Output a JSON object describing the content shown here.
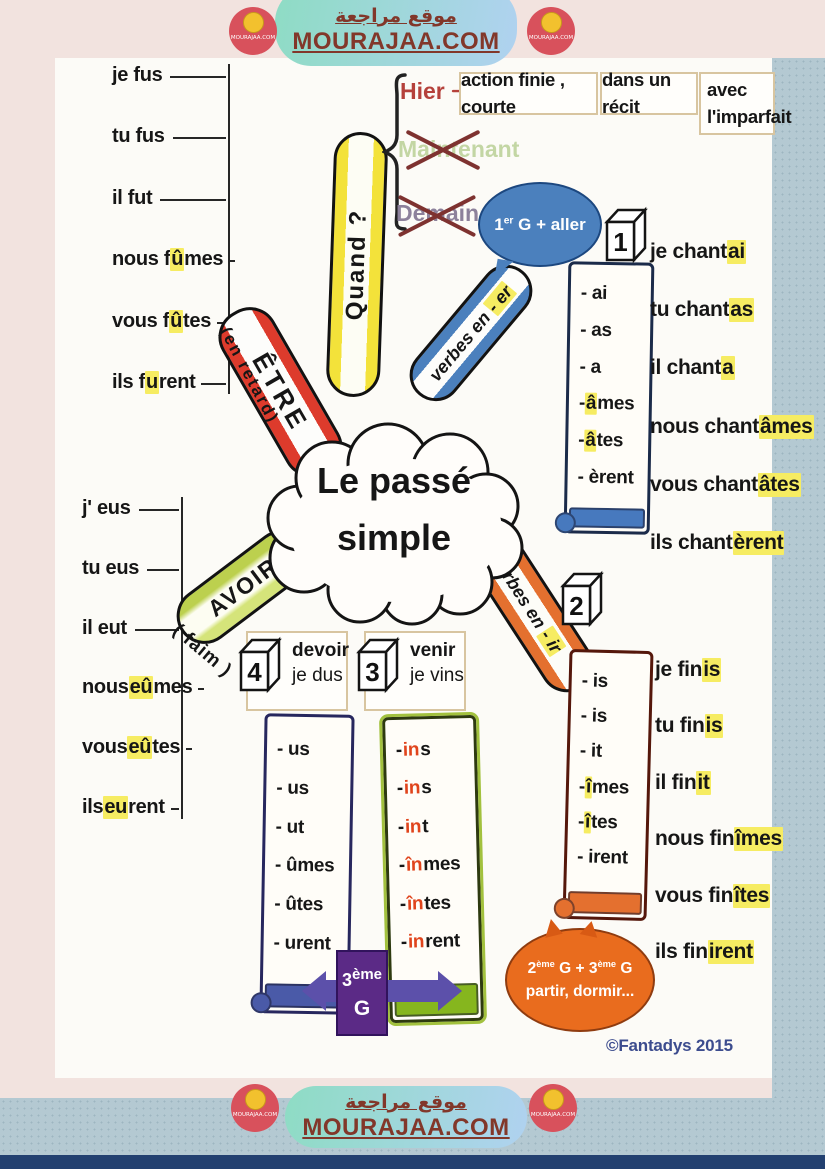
{
  "colors": {
    "pink": "#f2e3df",
    "bluegray": "#b4c9d2",
    "navy": "#224070",
    "highlight": "#f6ec62",
    "etre_red": "#dd3b2c",
    "quand_yellow": "#f3e23a",
    "er_blue": "#4b80bd",
    "ir_orange": "#e4702f",
    "avoir_green": "#bcd04e",
    "purple": "#5b2a86",
    "bubble_orange": "#e96c1e",
    "maroon": "#82372a"
  },
  "banner": {
    "title_ar": "موقع مراجعة",
    "title_en": "MOURAJAA.COM"
  },
  "center": {
    "line1": "Le passé",
    "line2": "simple"
  },
  "quand": {
    "label": "Quand ?"
  },
  "time": {
    "hier": "Hier",
    "arrow": "➜",
    "box1": "action finie , courte",
    "box2": "dans un récit",
    "box3": "avec\nl'imparfait",
    "now": "Maintenant",
    "tomorrow": "Demain"
  },
  "etre": {
    "label": "ÊTRE",
    "note": "(en retard)",
    "rows": [
      {
        "pre": "je fus",
        "hl": "",
        "post": ""
      },
      {
        "pre": "tu fus",
        "hl": "",
        "post": ""
      },
      {
        "pre": "il fut",
        "hl": "",
        "post": ""
      },
      {
        "pre": "nous f",
        "hl": "û",
        "post": "mes"
      },
      {
        "pre": "vous f",
        "hl": "û",
        "post": "tes"
      },
      {
        "pre": "ils f",
        "hl": "u",
        "post": "rent"
      }
    ]
  },
  "avoir": {
    "label": "AVOIR",
    "note": "( faim )",
    "rows": [
      {
        "pre": "j' eus",
        "hl": "",
        "post": ""
      },
      {
        "pre": "tu eus",
        "hl": "",
        "post": ""
      },
      {
        "pre": "il eut",
        "hl": "",
        "post": ""
      },
      {
        "pre": "nous ",
        "hl": "eû",
        "post": "mes"
      },
      {
        "pre": "vous ",
        "hl": "eû",
        "post": "tes"
      },
      {
        "pre": "ils ",
        "hl": "eu",
        "post": "rent"
      }
    ]
  },
  "group1": {
    "branch_pre": "verbes en ",
    "branch_hl": "- er",
    "bubble": {
      "num": "1",
      "sup": "er",
      "rest": " G + aller"
    },
    "cube": "1",
    "endings": [
      {
        "pre": "- ai",
        "hl": "",
        "post": ""
      },
      {
        "pre": "- as",
        "hl": "",
        "post": ""
      },
      {
        "pre": "- a",
        "hl": "",
        "post": ""
      },
      {
        "pre": "- ",
        "hl": "â",
        "post": "mes"
      },
      {
        "pre": "- ",
        "hl": "â",
        "post": "tes"
      },
      {
        "pre": "- èrent",
        "hl": "",
        "post": ""
      }
    ],
    "conj": [
      {
        "pre": "je chant",
        "hl": "ai",
        "post": ""
      },
      {
        "pre": "tu chant",
        "hl": "as",
        "post": ""
      },
      {
        "pre": "il chant",
        "hl": "a",
        "post": ""
      },
      {
        "pre": "nous chant",
        "hl": "âmes",
        "post": ""
      },
      {
        "pre": "vous chant",
        "hl": "âtes",
        "post": ""
      },
      {
        "pre": "ils chant",
        "hl": "èrent",
        "post": ""
      }
    ]
  },
  "group2": {
    "branch_pre": "verbes en ",
    "branch_hl": "- ir",
    "cube": "2",
    "endings": [
      {
        "pre": "- is",
        "hl": "",
        "post": ""
      },
      {
        "pre": "- is",
        "hl": "",
        "post": ""
      },
      {
        "pre": "- it",
        "hl": "",
        "post": ""
      },
      {
        "pre": "- ",
        "hl": "î",
        "post": "mes"
      },
      {
        "pre": "- ",
        "hl": "î",
        "post": "tes"
      },
      {
        "pre": "- irent",
        "hl": "",
        "post": ""
      }
    ],
    "conj": [
      {
        "pre": "je fin",
        "hl": "is",
        "post": ""
      },
      {
        "pre": "tu fin",
        "hl": "is",
        "post": ""
      },
      {
        "pre": "il fin",
        "hl": "it",
        "post": ""
      },
      {
        "pre": "nous fin",
        "hl": "îmes",
        "post": ""
      },
      {
        "pre": "vous fin",
        "hl": "îtes",
        "post": ""
      },
      {
        "pre": "ils fin",
        "hl": "irent",
        "post": ""
      }
    ],
    "bubble": {
      "p1": "2",
      "s1": "ème",
      "p2": " G + 3",
      "s2": "ème",
      "p3": " G",
      "line2": "partir, dormir..."
    }
  },
  "group3": {
    "cube": "3",
    "verb": "venir",
    "form": "je vins",
    "box": {
      "num": "3",
      "sup": "ème",
      "letter": "G"
    },
    "endings": [
      {
        "pre": "- ",
        "hl": "in",
        "post": "s"
      },
      {
        "pre": "- ",
        "hl": "in",
        "post": "s"
      },
      {
        "pre": "- ",
        "hl": "in",
        "post": "t"
      },
      {
        "pre": "- ",
        "hl": "în",
        "post": "mes"
      },
      {
        "pre": "- ",
        "hl": "în",
        "post": "tes"
      },
      {
        "pre": "- ",
        "hl": "in",
        "post": "rent"
      }
    ]
  },
  "group4": {
    "cube": "4",
    "verb": "devoir",
    "form": "je dus",
    "endings": [
      {
        "pre": "- us",
        "hl": "",
        "post": ""
      },
      {
        "pre": "- us",
        "hl": "",
        "post": ""
      },
      {
        "pre": "- ut",
        "hl": "",
        "post": ""
      },
      {
        "pre": "- ûmes",
        "hl": "",
        "post": ""
      },
      {
        "pre": "- ûtes",
        "hl": "",
        "post": ""
      },
      {
        "pre": "- urent",
        "hl": "",
        "post": ""
      }
    ]
  },
  "credit": "©Fantadys 2015"
}
